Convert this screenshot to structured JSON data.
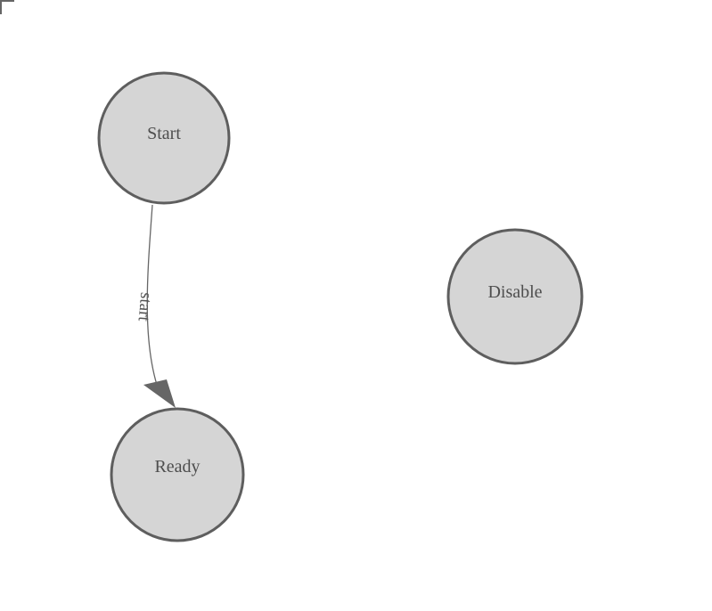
{
  "diagram": {
    "type": "state-machine",
    "nodes": [
      {
        "id": "start",
        "label": "Start",
        "shape": "circle"
      },
      {
        "id": "ready",
        "label": "Ready",
        "shape": "circle"
      },
      {
        "id": "disable",
        "label": "Disable",
        "shape": "circle"
      }
    ],
    "edges": [
      {
        "from": "start",
        "to": "ready",
        "label": "start"
      }
    ]
  },
  "icons": {
    "corner_mark": "top-left-corner-bracket"
  },
  "colors": {
    "background": "#ffffff",
    "node_fill": "#d5d5d5",
    "node_stroke": "#5e5e5e",
    "edge_stroke": "#666666",
    "node_text": "#4e4e4e",
    "edge_text": "#555555",
    "corner_mark": "#666666"
  }
}
